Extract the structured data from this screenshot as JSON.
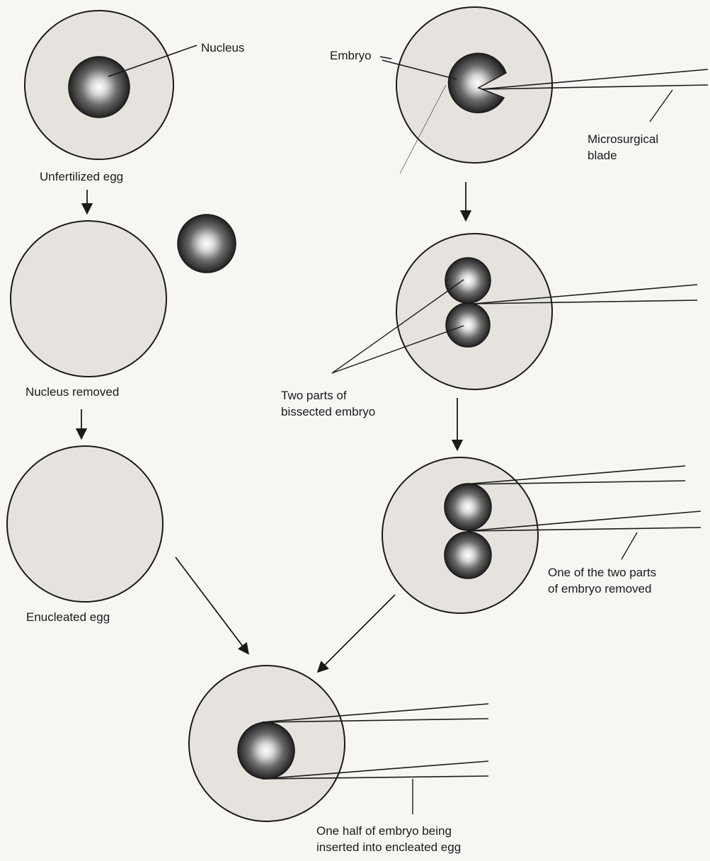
{
  "labels": {
    "nucleus": "Nucleus",
    "unfertilized_egg": "Unfertilized egg",
    "nucleus_removed": "Nucleus removed",
    "enucleated_egg": "Enucleated egg",
    "embryo": "Embryo",
    "microsurgical_blade": [
      "Microsurgical",
      "blade"
    ],
    "two_parts": [
      "Two parts of",
      "bissected embryo"
    ],
    "one_part_removed": [
      "One of the two parts",
      "of embryo removed"
    ],
    "half_inserted": [
      "One half of embryo being",
      "inserted into encleated egg"
    ]
  },
  "colors": {
    "egg_fill": "#e6e3de",
    "outline": "#1a1a1a",
    "nucleus_dark": "#2a2a2a",
    "nucleus_light": "#ffffff"
  }
}
